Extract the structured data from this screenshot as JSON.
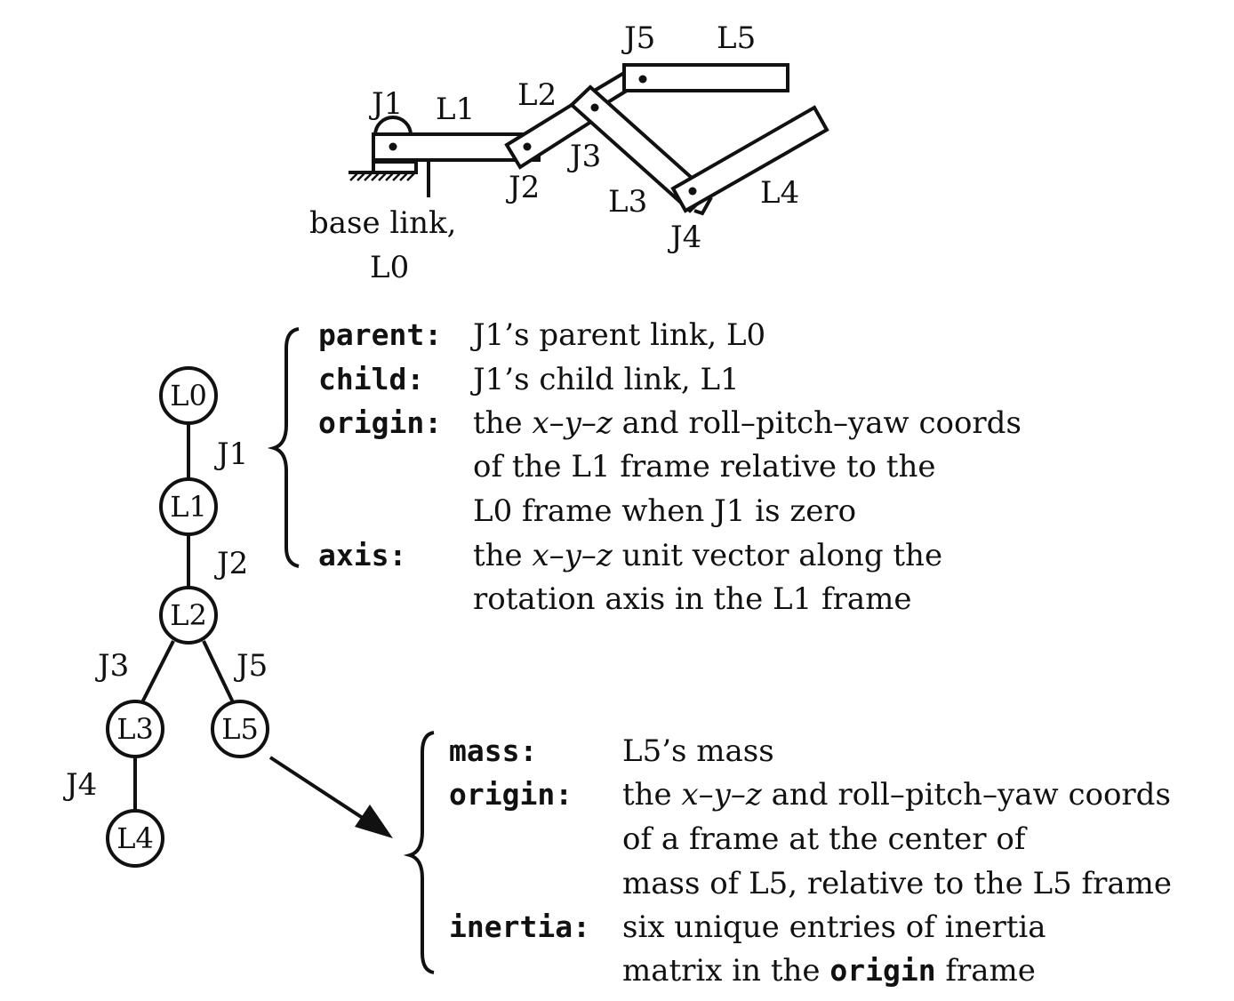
{
  "robot_sketch": {
    "labels": {
      "j1": "J1",
      "l1": "L1",
      "l2": "L2",
      "j2": "J2",
      "j3": "J3",
      "j5": "J5",
      "l5": "L5",
      "l3": "L3",
      "l4": "L4",
      "j4": "J4",
      "base_line1": "base link,",
      "base_line2": "L0"
    }
  },
  "tree": {
    "nodes": [
      "L0",
      "L1",
      "L2",
      "L3",
      "L5",
      "L4"
    ],
    "joints": [
      "J1",
      "J2",
      "J3",
      "J5",
      "J4"
    ]
  },
  "joint_props": {
    "parent_key": "parent:",
    "parent_val": "J1’s parent link, L0",
    "child_key": "child:",
    "child_val": "J1’s child link, L1",
    "origin_key": "origin:",
    "origin_l1_a": "the ",
    "origin_l1_b": "x–y–z",
    "origin_l1_c": " and roll–pitch–yaw coords",
    "origin_l2": "of the L1 frame relative to the",
    "origin_l3": "L0 frame when J1 is zero",
    "axis_key": "axis:",
    "axis_l1_a": "the ",
    "axis_l1_b": "x–y–z",
    "axis_l1_c": " unit vector along the",
    "axis_l2": "rotation axis in the L1 frame"
  },
  "link_props": {
    "mass_key": "mass:",
    "mass_val": "L5’s mass",
    "origin_key": "origin:",
    "origin_l1_a": "the ",
    "origin_l1_b": "x–y–z",
    "origin_l1_c": " and roll–pitch–yaw coords",
    "origin_l2": "of a frame at the center of",
    "origin_l3": "mass of L5, relative to the L5 frame",
    "inertia_key": "inertia:",
    "inertia_l1": "six unique entries of inertia",
    "inertia_l2_a": "matrix in the ",
    "inertia_l2_b": "origin",
    "inertia_l2_c": " frame"
  }
}
